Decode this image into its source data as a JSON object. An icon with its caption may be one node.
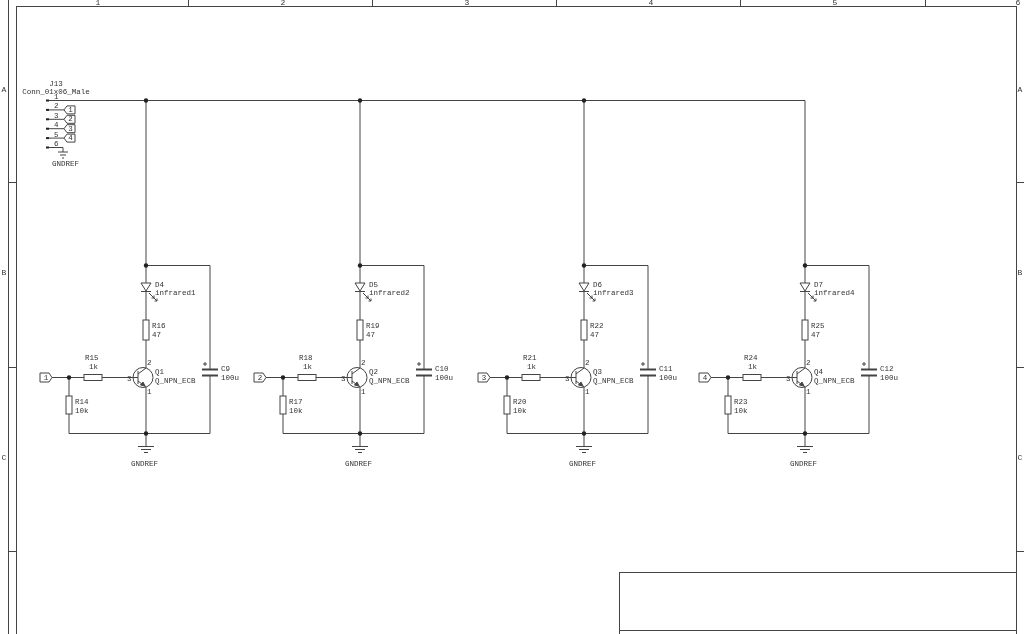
{
  "diagram": {
    "labels": [
      "1",
      "2",
      "3",
      "4",
      "5",
      "6",
      "A",
      "B",
      "C",
      "A",
      "B",
      "C",
      "J13",
      "Conn_01x06_Male",
      "1",
      "2",
      "3",
      "4",
      "5",
      "6",
      "1",
      "2",
      "3",
      "4",
      "GNDREF",
      "D4",
      "infrared1",
      "R16",
      "47",
      "R15",
      "1k",
      "Q1",
      "Q_NPN_ECB",
      "2",
      "3",
      "1",
      "C9",
      "100u",
      "R14",
      "10k",
      "GNDREF",
      "1",
      "D5",
      "infrared2",
      "R19",
      "47",
      "R18",
      "1k",
      "Q2",
      "Q_NPN_ECB",
      "2",
      "3",
      "1",
      "C10",
      "100u",
      "R17",
      "10k",
      "GNDREF",
      "2",
      "D6",
      "infrared3",
      "R22",
      "47",
      "R21",
      "1k",
      "Q3",
      "Q_NPN_ECB",
      "2",
      "3",
      "1",
      "C11",
      "100u",
      "R20",
      "10k",
      "GNDREF",
      "3",
      "D7",
      "infrared4",
      "R25",
      "47",
      "R24",
      "1k",
      "Q4",
      "Q_NPN_ECB",
      "2",
      "3",
      "1",
      "C12",
      "100u",
      "R23",
      "10k",
      "GNDREF",
      "4"
    ]
  }
}
